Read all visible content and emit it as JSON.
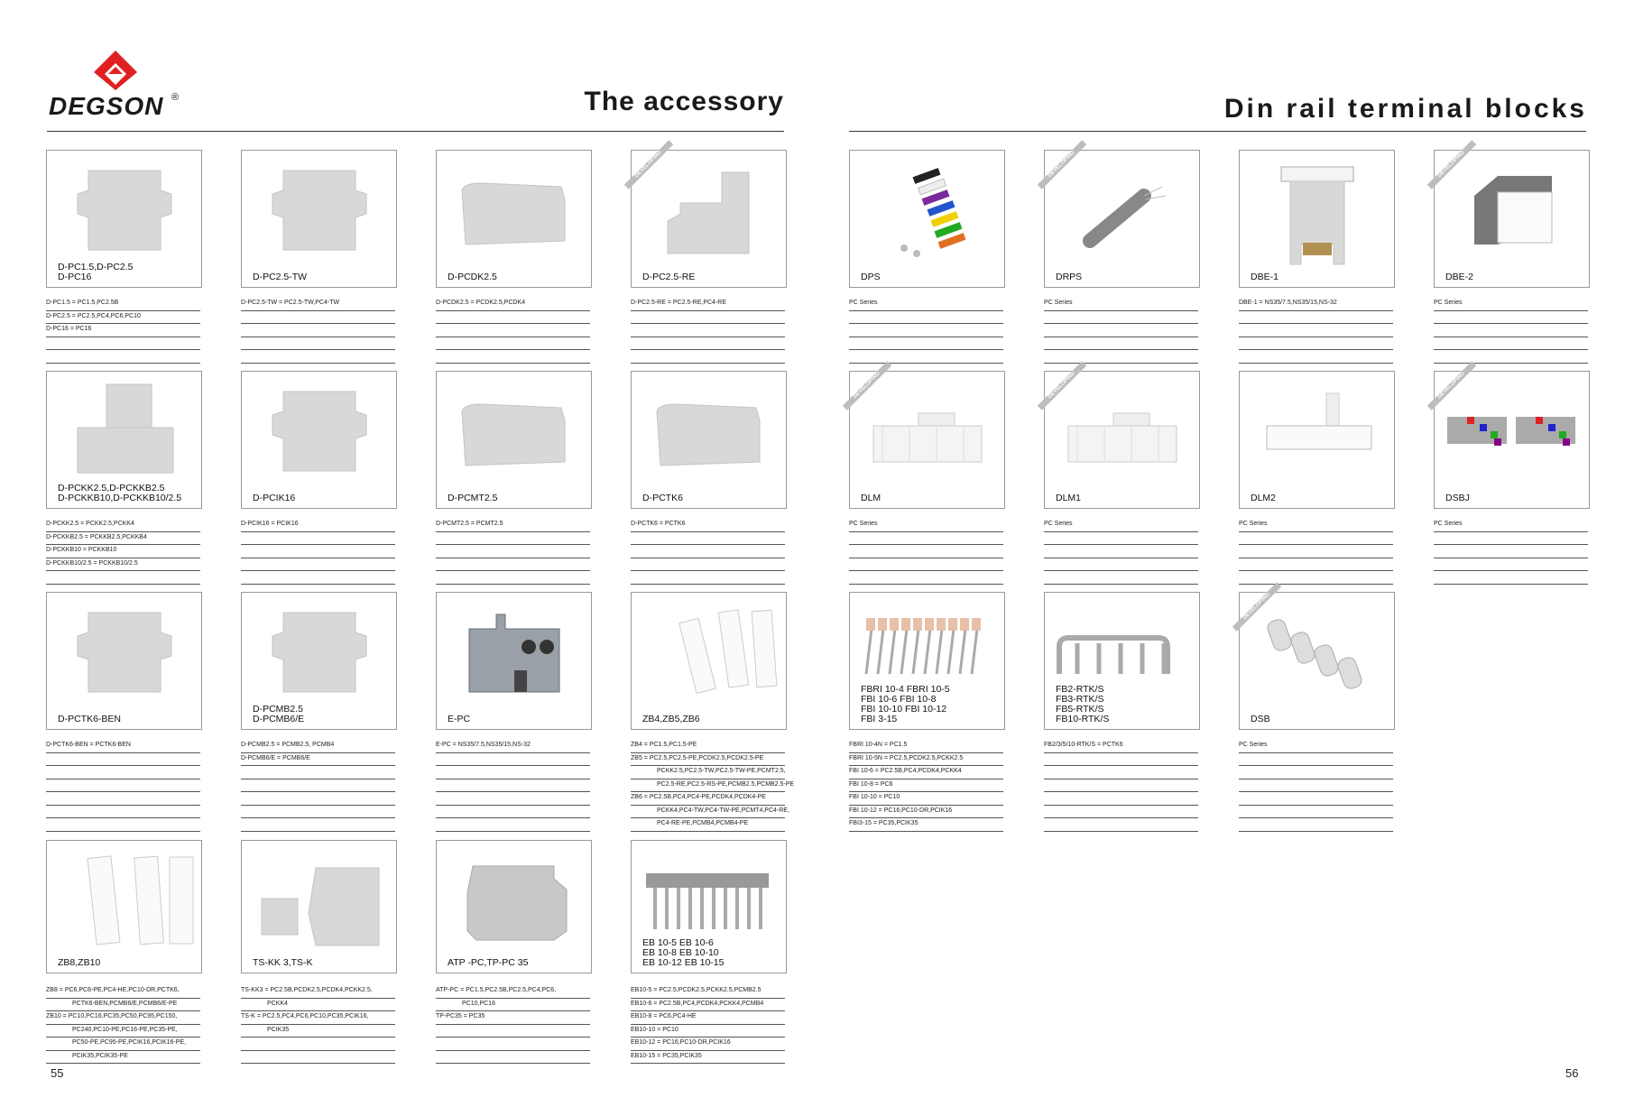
{
  "brand": {
    "name": "DEGSON",
    "reg": "®",
    "red": "#e02020"
  },
  "titles": {
    "left": "The accessory",
    "right": "Din rail terminal blocks"
  },
  "ribbon_text": "DEVELOPING",
  "pages": {
    "left": "55",
    "right": "56"
  },
  "cards": [
    {
      "label": "D-PC1.5,D-PC2.5\nD-PC16",
      "lines": [
        "D-PC1.5 = PC1.5,PC2.5B",
        "D-PC2.5 = PC2.5,PC4,PC6,PC10",
        "D-PC16 = PC16",
        "",
        ""
      ]
    },
    {
      "label": "D-PC2.5-TW",
      "lines": [
        "D-PC2.5-TW = PC2.5-TW,PC4-TW",
        "",
        "",
        "",
        ""
      ]
    },
    {
      "label": "D-PCDK2.5",
      "lines": [
        "D-PCDK2.5 = PCDK2.5,PCDK4",
        "",
        "",
        "",
        ""
      ]
    },
    {
      "label": "D-PC2.5-RE",
      "lines": [
        "D-PC2.5-RE = PC2.5-RE,PC4-RE",
        "",
        "",
        "",
        ""
      ]
    },
    {
      "label": "DPS",
      "lines": [
        "PC Series",
        "",
        "",
        "",
        ""
      ]
    },
    {
      "label": "DRPS",
      "lines": [
        "PC Series",
        "",
        "",
        "",
        ""
      ]
    },
    {
      "label": "DBE-1",
      "lines": [
        "DBE-1 = NS35/7.5,NS35/15,NS-32",
        "",
        "",
        "",
        ""
      ]
    },
    {
      "label": "DBE-2",
      "lines": [
        "PC Series",
        "",
        "",
        "",
        ""
      ]
    },
    {
      "label": "D-PCKK2.5,D-PCKKB2.5\nD-PCKKB10,D-PCKKB10/2.5",
      "lines": [
        "D-PCKK2.5 = PCKK2.5,PCKK4",
        "D-PCKKB2.5 = PCKKB2.5,PCKKB4",
        "D-PCKKB10 = PCKKB10",
        "D-PCKKB10/2.5 = PCKKB10/2.5",
        ""
      ]
    },
    {
      "label": "D-PCIK16",
      "lines": [
        "D-PCIK16 = PCIK16",
        "",
        "",
        "",
        ""
      ]
    },
    {
      "label": "D-PCMT2.5",
      "lines": [
        "D-PCMT2.5 = PCMT2.5",
        "",
        "",
        "",
        ""
      ]
    },
    {
      "label": "D-PCTK6",
      "lines": [
        "D-PCTK6 = PCTK6",
        "",
        "",
        "",
        ""
      ]
    },
    {
      "label": "DLM",
      "lines": [
        "PC Series",
        "",
        "",
        "",
        ""
      ]
    },
    {
      "label": "DLM1",
      "lines": [
        "PC Series",
        "",
        "",
        "",
        ""
      ]
    },
    {
      "label": "DLM2",
      "lines": [
        "PC Series",
        "",
        "",
        "",
        ""
      ]
    },
    {
      "label": "DSBJ",
      "lines": [
        "PC Series",
        "",
        "",
        "",
        ""
      ]
    },
    {
      "label": "D-PCTK6-BEN",
      "lines": [
        "D-PCTK6-BEN = PCTK6-BEN",
        "",
        "",
        "",
        "",
        "",
        ""
      ]
    },
    {
      "label": "D-PCMB2.5\nD-PCMB6/E",
      "lines": [
        "D-PCMB2.5 = PCMB2.5, PCMB4",
        "D-PCMB6/E = PCMB6/E",
        "",
        "",
        "",
        "",
        ""
      ]
    },
    {
      "label": "E-PC",
      "lines": [
        "E-PC = NS35/7.5,NS35/15,NS-32",
        "",
        "",
        "",
        "",
        "",
        ""
      ]
    },
    {
      "label": "ZB4,ZB5,ZB6",
      "lines": [
        "ZB4 = PC1.5,PC1.5-PE",
        "ZB5 = PC2.5,PC2.5-PE,PCDK2.5,PCDK2.5-PE",
        "PCKK2.5,PC2.5-TW,PC2.5-TW-PE,PCMT2.5,",
        "PC2.5-RE,PC2.5-RS-PE,PCMB2.5,PCMB2.5-PE",
        "ZB6 = PC2.5B,PC4,PC4-PE,PCDK4,PCDK4-PE",
        "PCKK4,PC4-TW,PC4-TW-PE,PCMT4,PC4-RE,",
        "PC4-RE-PE,PCMB4,PCMB4-PE"
      ]
    },
    {
      "label": "FBRI 10-4    FBRI 10-5\nFBI 10-6      FBI 10-8\nFBI 10-10     FBI 10-12\nFBI 3-15",
      "lines": [
        "FBRI 10-4N = PC1.5",
        "FBRI 10-5N = PC2.5,PCDK2.5,PCKK2.5",
        "FBI 10-6 = PC2.5B,PC4,PCDK4,PCKK4",
        "FBI 10-8 = PC6",
        "FBI 10-10 = PC10",
        "FBI 10-12 = PC16,PC10-DR,PCIK16",
        "FBI3-15 = PC35,PCIK35"
      ]
    },
    {
      "label": "FB2-RTK/S\nFB3-RTK/S\nFB5-RTK/S\nFB10-RTK/S",
      "lines": [
        "FB2/3/5/10-RTK/S = PCTK6",
        "",
        "",
        "",
        "",
        "",
        ""
      ]
    },
    {
      "label": "DSB",
      "lines": [
        "PC Series",
        "",
        "",
        "",
        "",
        "",
        ""
      ]
    },
    {
      "label": "ZB8,ZB10",
      "lines": [
        "ZB8 = PC6,PC6-PE,PC4-HE,PC10-DR,PCTK6,",
        "PCTK6-BEN,PCMB6/E,PCMB6/E-PE",
        "ZB10 = PC10,PC16,PC35,PC50,PC95,PC150,",
        "PC240,PC10-PE,PC16-PE,PC35-PE,",
        "PC50-PE,PC95-PE,PCIK16,PCIK16-PE,",
        "PCIK35,PCIK35-PE"
      ]
    },
    {
      "label": "TS-KK 3,TS-K",
      "lines": [
        "TS-KK3 = PC2.5B,PCDK2.5,PCDK4,PCKK2.5,",
        "PCKK4",
        "TS-K = PC2.5,PC4,PC6,PC10,PC35,PCIK16,",
        "PCIK35",
        "",
        ""
      ]
    },
    {
      "label": "ATP -PC,TP-PC 35",
      "lines": [
        "ATP-PC = PC1.5,PC2.5B,PC2.5,PC4,PC6,",
        "PC10,PC16",
        "TP-PC35 = PC35",
        "",
        "",
        ""
      ]
    },
    {
      "label": "EB 10-5    EB 10-6\nEB 10-8    EB 10-10\nEB 10-12  EB 10-15",
      "lines": [
        "EB10-5 = PC2.5,PCDK2.5,PCKK2.5,PCMB2.5",
        "EB10-6 = PC2.5B,PC4,PCDK4,PCKK4,PCMB4",
        "EB10-8 = PC6,PC4-HE",
        "EB10-10 = PC10",
        "EB10-12 = PC16,PC10-DR,PCIK16",
        "EB10-15 = PC35,PCIK35"
      ]
    }
  ]
}
